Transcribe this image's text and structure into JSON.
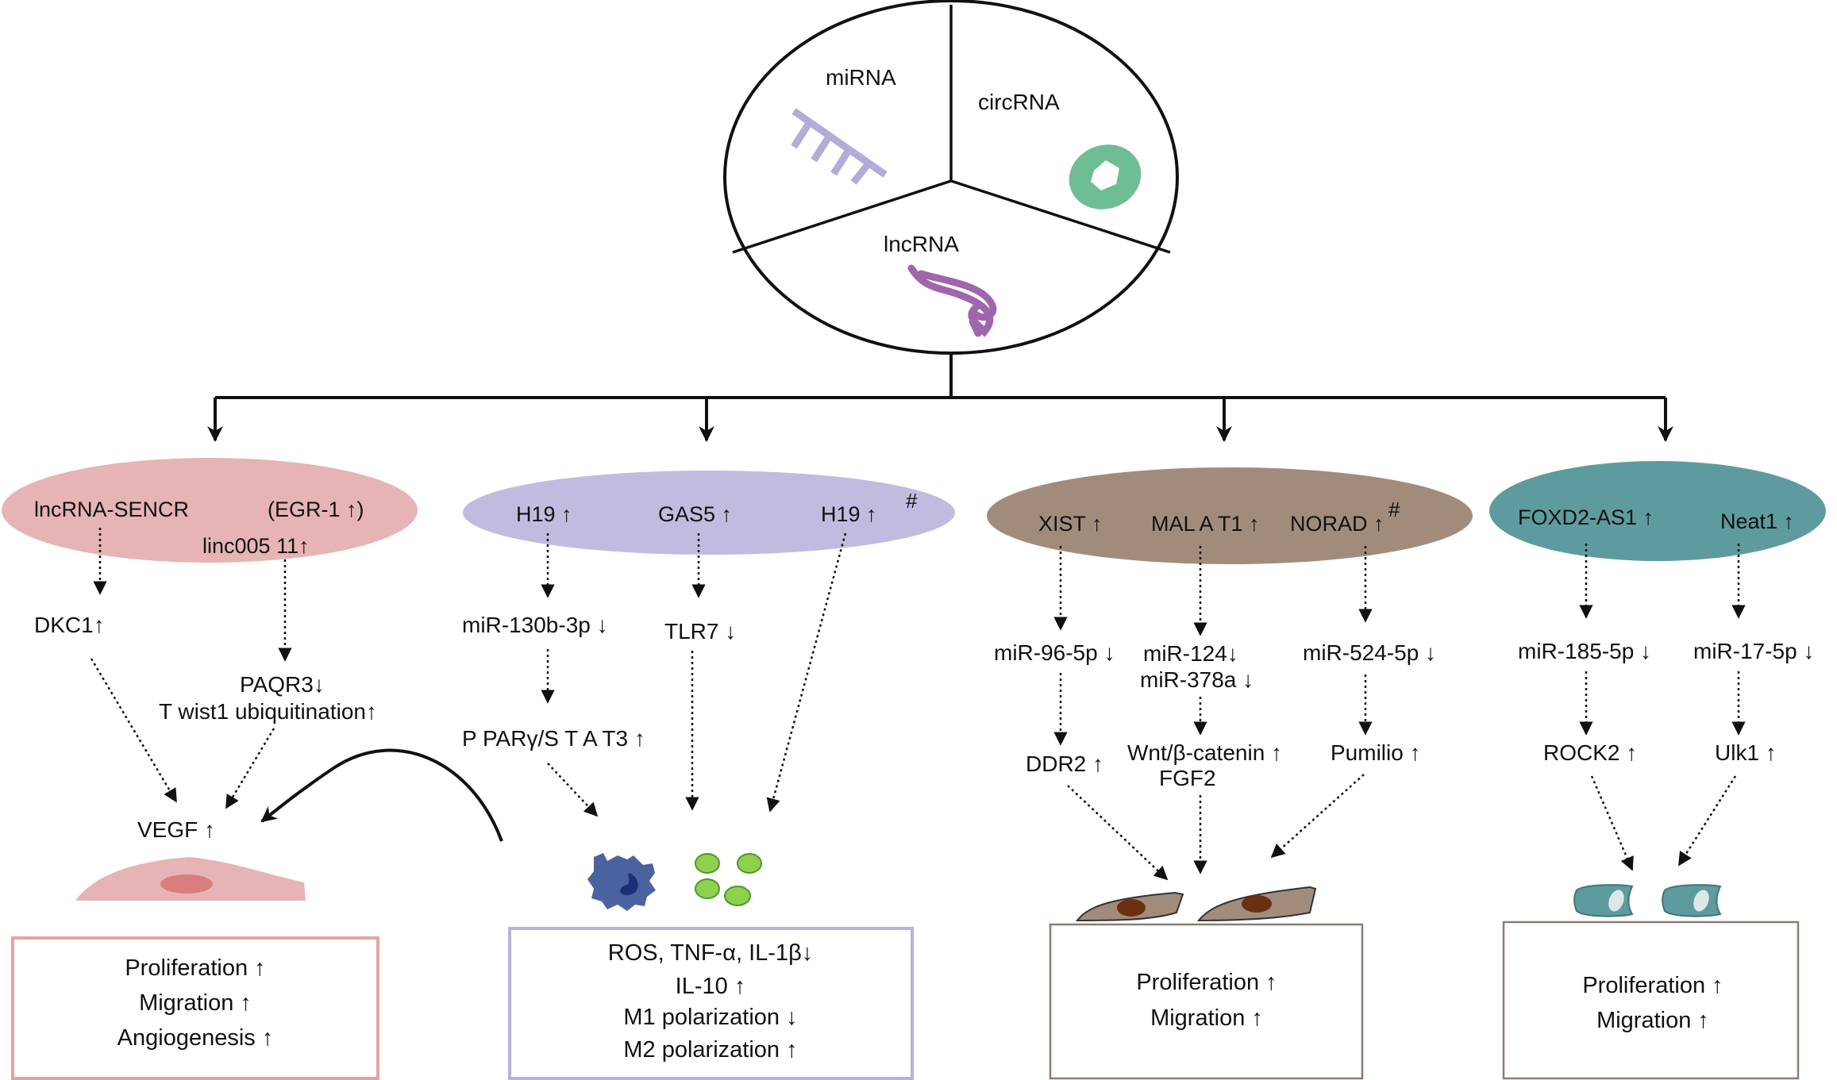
{
  "top": {
    "mirna": "miRNA",
    "circrna": "circRNA",
    "lncrna": "lncRNA",
    "colors": {
      "mirna": "#b3acd8",
      "circrna": "#6fbd95",
      "lncrna": "#a066ab"
    }
  },
  "group1": {
    "color": "#e6b4b4",
    "box_color": "#e3a3a3",
    "head_a": "lncRNA-SENCR",
    "head_b": "(EGR-1 ↑)",
    "head_c": "linc005   11↑",
    "target_a": "DKC1↑",
    "target_b": "PAQR3↓",
    "target_c": "T wist1 ubiquitination↑",
    "node": "VEGF ↑",
    "cell": "endothelial-cell",
    "outcomes": [
      "Proliferation ↑",
      "Migration ↑",
      "Angiogenesis ↑"
    ]
  },
  "group2": {
    "color": "#c3bbdf",
    "box_color": "#b9b1dc",
    "head_a": "H19 ↑",
    "head_b": "GAS5 ↑",
    "head_c": "H19 ↑",
    "hash": "#",
    "target_a": "miR-130b-3p ↓",
    "target_b": "TLR7 ↓",
    "target_c": "P PARγ/S    T A T3   ↑",
    "cells": "macrophage-and-particles",
    "outcomes": [
      "ROS, TNF-α,  IL-1β↓",
      "IL-10 ↑",
      "M1 polarization ↓",
      "M2 polarization ↑"
    ]
  },
  "group3": {
    "color": "#a18c7c",
    "box_color": "#8c7d72",
    "head_a": "XIST ↑",
    "head_b": "MAL A T1 ↑",
    "head_c": "NORAD ↑",
    "hash": "#",
    "target_a": "miR-96-5p ↓",
    "target_b": "miR-124↓",
    "target_b2": "miR-378a ↓",
    "target_c": "miR-524-5p ↓",
    "node_a": "DDR2 ↑",
    "node_b": "Wnt/β-catenin ↑",
    "node_b2": "FGF2",
    "node_c": "Pumilio ↑",
    "outcomes": [
      "Proliferation ↑",
      "Migration ↑"
    ]
  },
  "group4": {
    "color": "#5e9b9e",
    "box_color": "#8c7d72",
    "head_a": "FOXD2-AS1 ↑",
    "head_b": "Neat1 ↑",
    "target_a": "miR-185-5p ↓",
    "target_b": "miR-17-5p ↓",
    "node_a": "ROCK2 ↑",
    "node_b": "Ulk1 ↑",
    "outcomes": [
      "Proliferation ↑",
      "Migration ↑"
    ]
  }
}
